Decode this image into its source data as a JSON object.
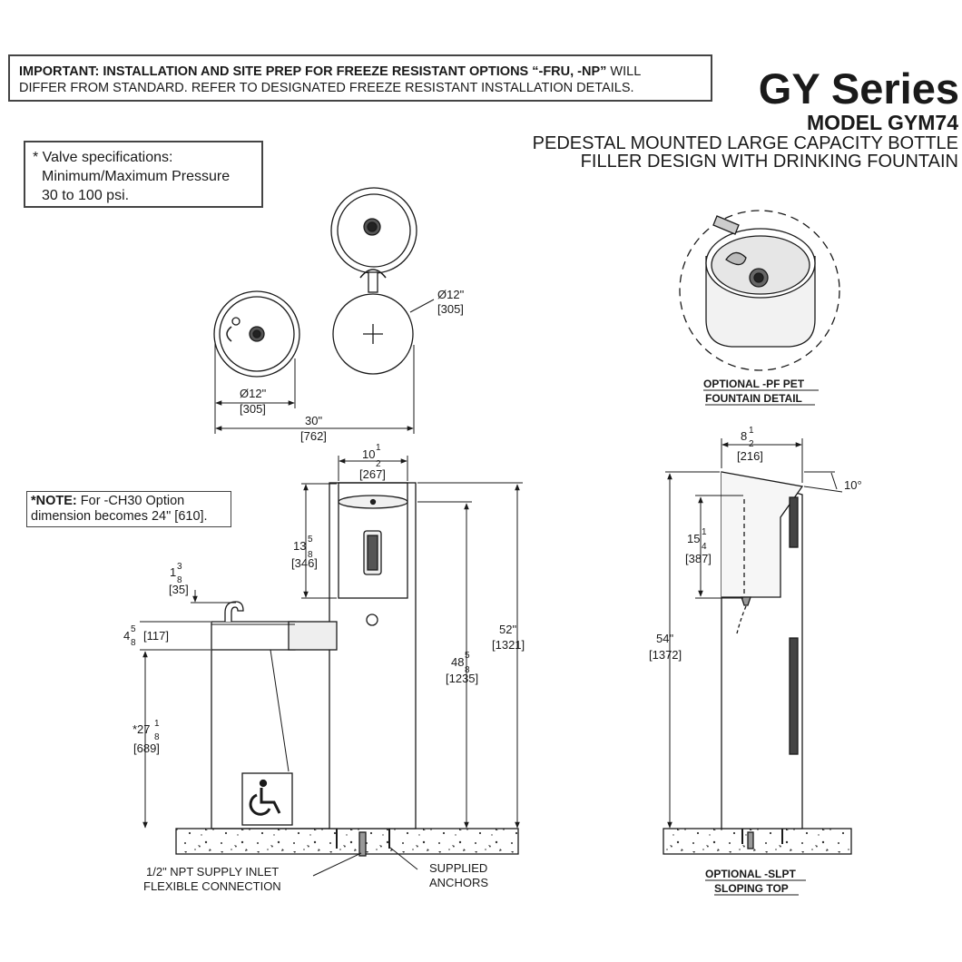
{
  "header": {
    "notice_lead": "IMPORTANT: INSTALLATION AND SITE PREP FOR FREEZE RESISTANT OPTIONS “-FRU, -NP”",
    "notice_rest": " WILL",
    "notice_line2": "DIFFER FROM STANDARD. REFER TO DESIGNATED FREEZE RESISTANT INSTALLATION DETAILS.",
    "series": "GY Series",
    "model": "MODEL GYM74",
    "description_line1": "PEDESTAL MOUNTED LARGE CAPACITY BOTTLE",
    "description_line2": "FILLER DESIGN WITH DRINKING FOUNTAIN"
  },
  "valve_spec": {
    "line1": "* Valve specifications:",
    "line2": "Minimum/Maximum Pressure",
    "line3": "30 to 100 psi."
  },
  "note": {
    "lead": "*NOTE:",
    "line1_rest": " For -CH30 Option",
    "line2": "dimension becomes 24\" [610]."
  },
  "top_view": {
    "dia_right": "Ø12\"",
    "dia_right_mm": "[305]",
    "dia_left": "Ø12\"",
    "dia_left_mm": "[305]",
    "width": "30\"",
    "width_mm": "[762]"
  },
  "front_view": {
    "tower_width_whole": "10",
    "tower_width_num": "1",
    "tower_width_den": "2",
    "tower_width_mm": "[267]",
    "panel_height_whole": "13",
    "panel_height_num": "5",
    "panel_height_den": "8",
    "panel_height_mm": "[346]",
    "spout_height_whole": "1",
    "spout_height_num": "3",
    "spout_height_den": "8",
    "spout_height_mm": "[35]",
    "bowl_height_whole": "4",
    "bowl_height_num": "5",
    "bowl_height_den": "8",
    "bowl_height_mm": "[117]",
    "rim_height_prefix": "*27",
    "rim_height_num": "1",
    "rim_height_den": "8",
    "rim_height_mm": "[689]",
    "filler_height_whole": "48",
    "filler_height_num": "5",
    "filler_height_den": "8",
    "filler_height_mm": "[1235]",
    "overall_height": "52\"",
    "overall_height_mm": "[1321]",
    "supply_label_line1": "1/2\" NPT SUPPLY INLET",
    "supply_label_line2": "FLEXIBLE CONNECTION",
    "anchors_label_line1": "SUPPLIED",
    "anchors_label_line2": "ANCHORS"
  },
  "pet_detail": {
    "caption_line1": "OPTIONAL -PF PET",
    "caption_line2": "FOUNTAIN DETAIL"
  },
  "side_view": {
    "top_width_whole": "8",
    "top_width_num": "1",
    "top_width_den": "2",
    "top_width_mm": "[216]",
    "angle": "10°",
    "upper_height_whole": "15",
    "upper_height_num": "1",
    "upper_height_den": "4",
    "upper_height_mm": "[387]",
    "overall_height": "54\"",
    "overall_height_mm": "[1372]",
    "caption_line1": "OPTIONAL -SLPT",
    "caption_line2": "SLOPING TOP"
  }
}
